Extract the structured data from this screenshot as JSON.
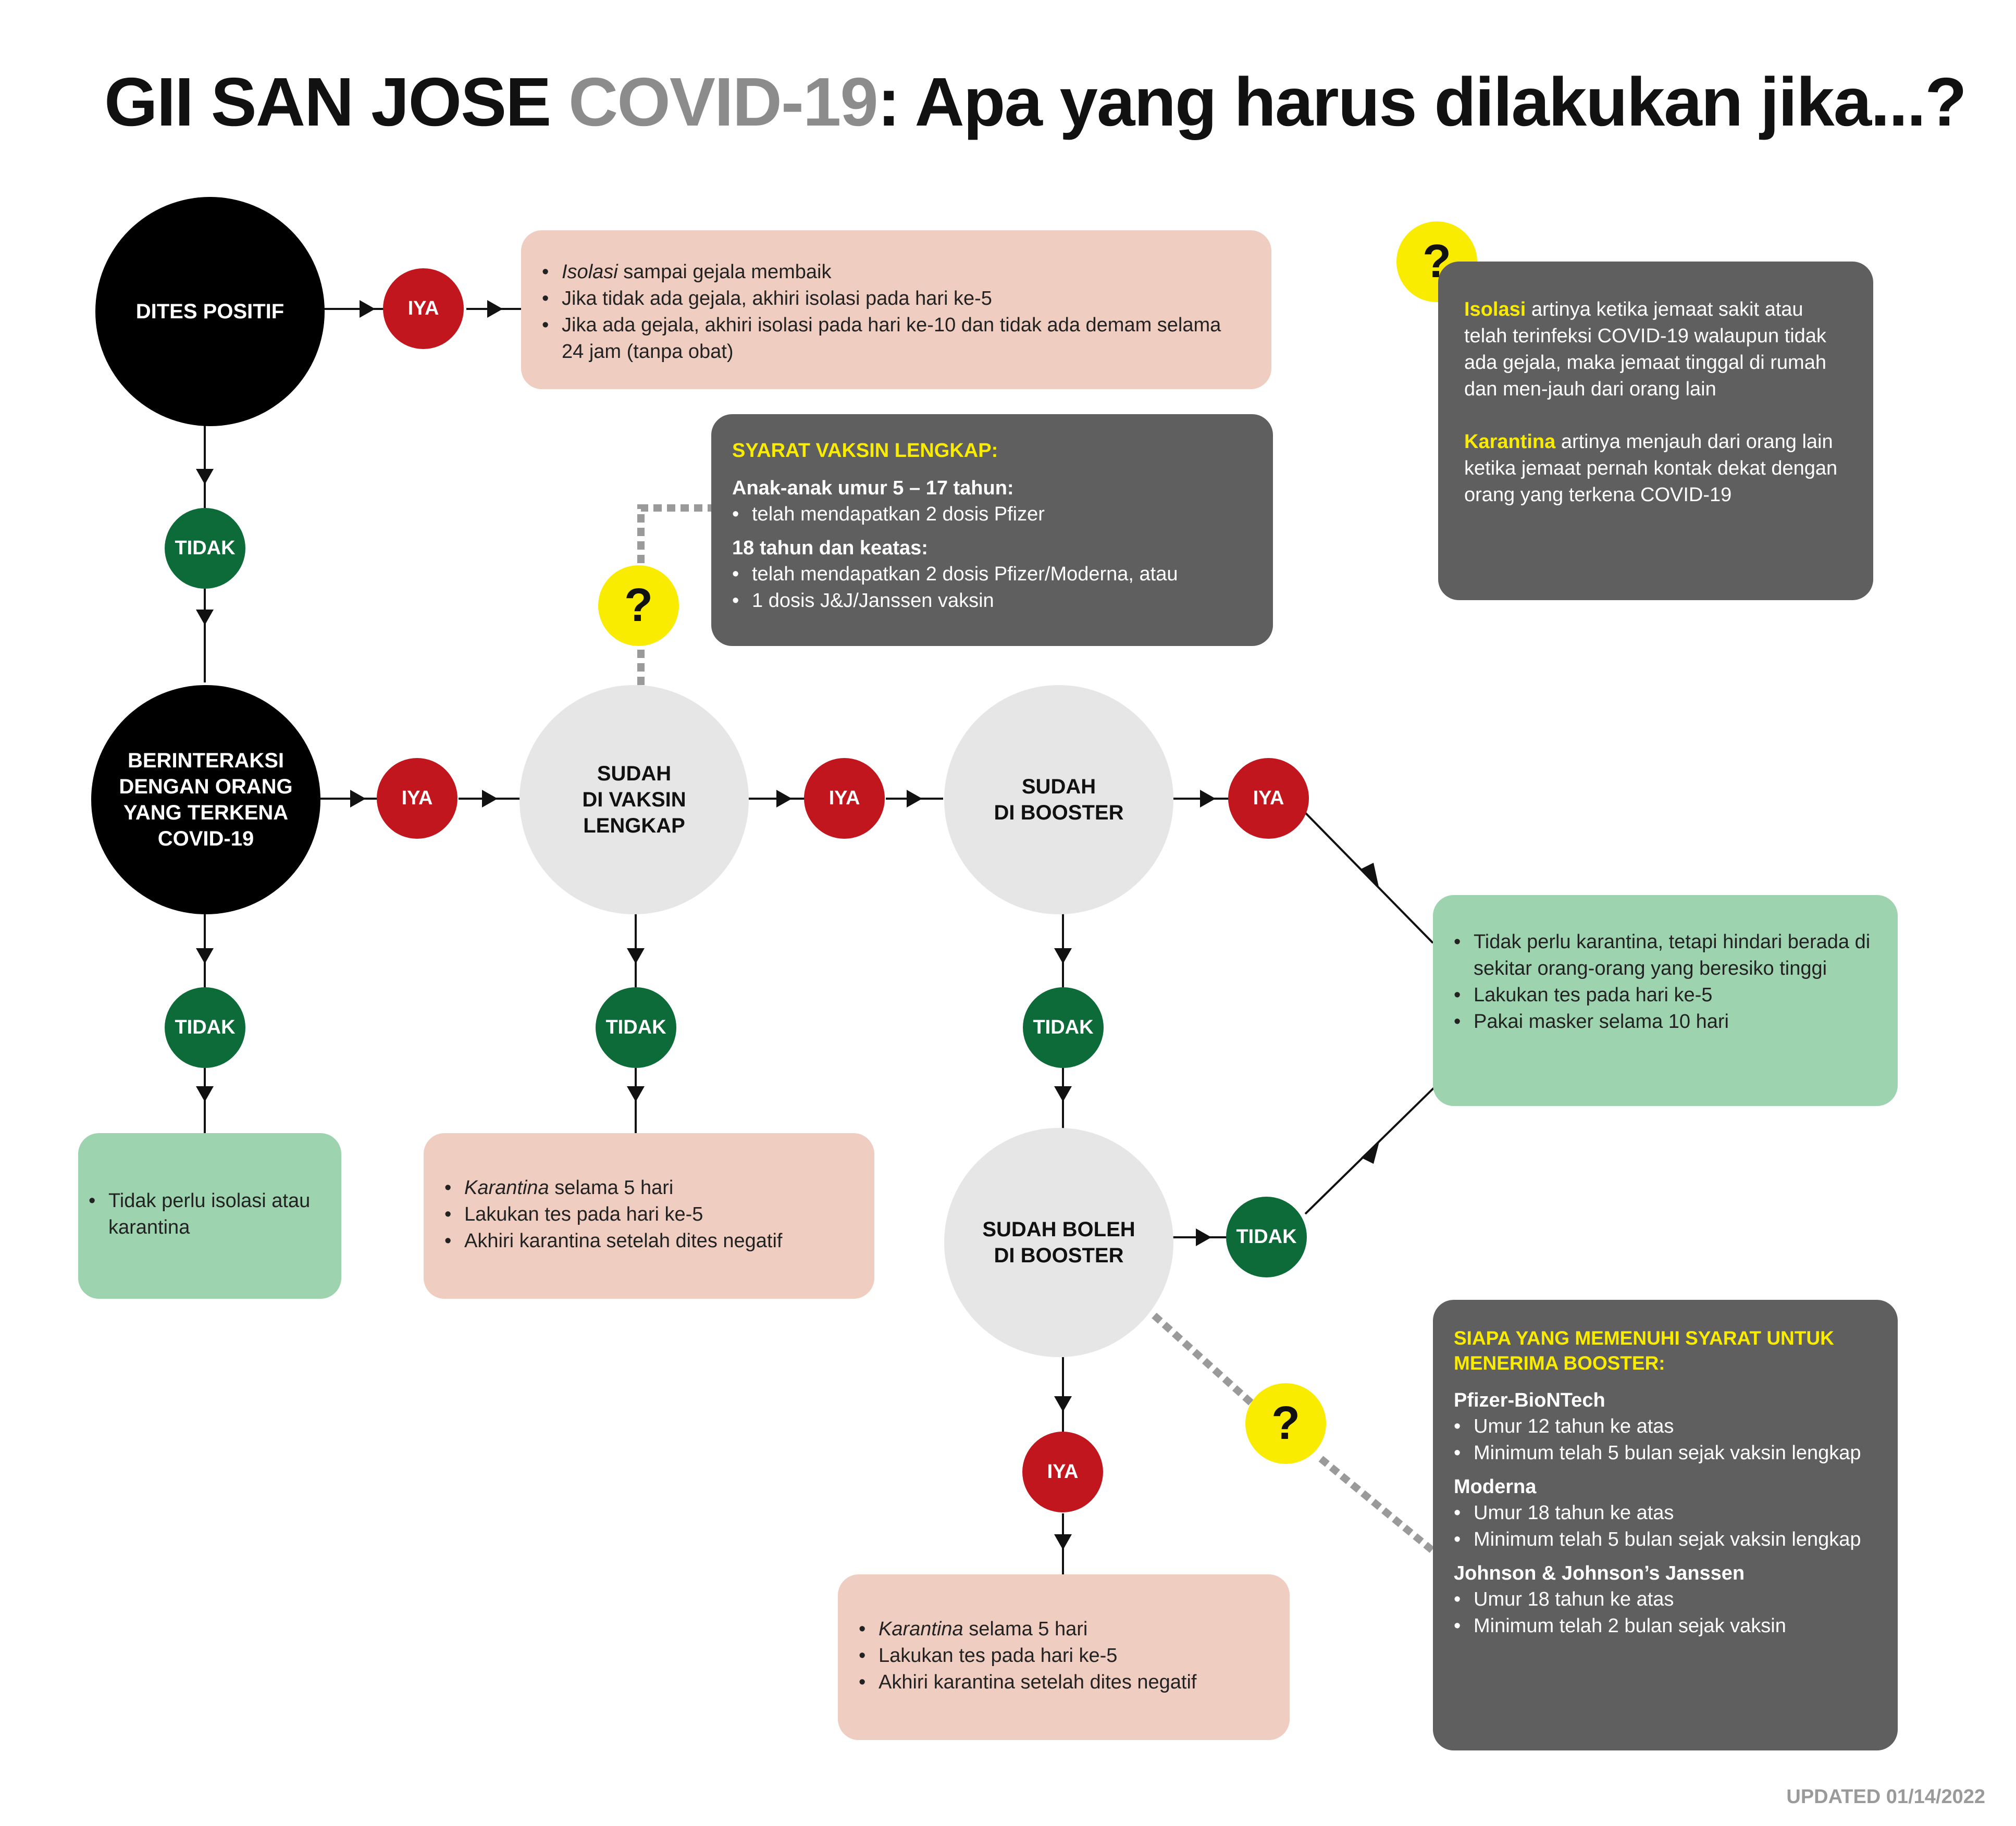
{
  "title": {
    "part1": "GII SAN JOSE ",
    "part2": "COVID-19",
    "part3": ": Apa yang harus dilakukan jika...?"
  },
  "colors": {
    "red": "#c2161e",
    "green": "#0d6b3a",
    "yellow": "#f9ec00",
    "dark_box": "#5f5f60",
    "pink_box": "#efcdc0",
    "green_box": "#9dd3ae",
    "light_circle": "#e6e6e6"
  },
  "labels": {
    "yes": "IYA",
    "no": "TIDAK",
    "question": "?"
  },
  "nodes": {
    "tested_positive": "DITES POSITIF",
    "exposed": "BERINTERAKSI\nDENGAN ORANG\nYANG TERKENA\nCOVID-19",
    "fully_vaccinated": "SUDAH\nDI VAKSIN\nLENGKAP",
    "boosted": "SUDAH\nDI BOOSTER",
    "booster_eligible": "SUDAH BOLEH\nDI BOOSTER"
  },
  "boxes": {
    "positive_actions": {
      "items": [
        {
          "em": "Isolasi",
          "rest": " sampai gejala membaik"
        },
        {
          "em": "",
          "rest": "Jika tidak ada gejala, akhiri isolasi pada hari ke-5"
        },
        {
          "em": "",
          "rest": "Jika ada gejala, akhiri isolasi pada hari ke-10 dan tidak ada demam selama 24 jam (tanpa obat)"
        }
      ]
    },
    "no_isolation": {
      "items": [
        {
          "em": "",
          "rest": "Tidak perlu isolasi atau karantina"
        }
      ]
    },
    "quarantine_unvaccinated": {
      "items": [
        {
          "em": "Karantina",
          "rest": " selama 5 hari"
        },
        {
          "em": "",
          "rest": "Lakukan tes pada hari ke-5"
        },
        {
          "em": "",
          "rest": "Akhiri karantina setelah dites negatif"
        }
      ]
    },
    "quarantine_eligible": {
      "items": [
        {
          "em": "Karantina",
          "rest": " selama 5 hari"
        },
        {
          "em": "",
          "rest": "Lakukan tes pada hari ke-5"
        },
        {
          "em": "",
          "rest": "Akhiri karantina setelah dites negatif"
        }
      ]
    },
    "no_quarantine": {
      "items": [
        {
          "em": "",
          "rest": "Tidak perlu karantina, tetapi hindari berada di sekitar orang-orang yang beresiko tinggi"
        },
        {
          "em": "",
          "rest": "Lakukan tes pada hari ke-5"
        },
        {
          "em": "",
          "rest": "Pakai masker selama 10 hari"
        }
      ]
    }
  },
  "vaccine_requirements": {
    "heading": "SYARAT VAKSIN LENGKAP:",
    "groups": [
      {
        "title": "Anak-anak umur 5 – 17 tahun:",
        "items": [
          "telah mendapatkan 2 dosis Pfizer"
        ]
      },
      {
        "title": "18 tahun dan keatas:",
        "items": [
          "telah mendapatkan 2 dosis Pfizer/Moderna, atau",
          "1 dosis J&J/Janssen vaksin"
        ]
      }
    ]
  },
  "definitions": {
    "isolation_term": "Isolasi",
    "isolation_text": " artinya ketika jemaat sakit atau telah terinfeksi COVID-19 walaupun tidak ada gejala, maka jemaat tinggal di rumah dan men-jauh dari orang lain",
    "quarantine_term": "Karantina",
    "quarantine_text": " artinya menjauh dari orang lain ketika jemaat pernah kontak dekat dengan orang yang terkena COVID-19"
  },
  "booster_eligibility": {
    "heading": "SIAPA YANG MEMENUHI SYARAT UNTUK MENERIMA BOOSTER:",
    "groups": [
      {
        "title": "Pfizer-BioNTech",
        "items": [
          "Umur 12 tahun ke atas",
          "Minimum telah 5 bulan sejak vaksin lengkap"
        ]
      },
      {
        "title": "Moderna",
        "items": [
          "Umur 18 tahun ke atas",
          "Minimum telah 5 bulan sejak vaksin lengkap"
        ]
      },
      {
        "title": "Johnson & Johnson’s Janssen",
        "items": [
          "Umur 18 tahun ke atas",
          "Minimum telah 2 bulan sejak vaksin"
        ]
      }
    ]
  },
  "updated": "UPDATED 01/14/2022"
}
